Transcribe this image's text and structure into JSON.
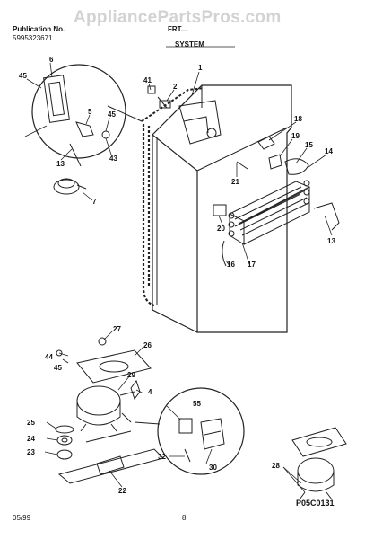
{
  "header": {
    "publication_label": "Publication No.",
    "publication_number": "5995323671",
    "model": "FRT...",
    "section": "SYSTEM"
  },
  "watermark": "AppliancePartsPros.com",
  "callouts": [
    "1",
    "2",
    "41",
    "45",
    "6",
    "5",
    "45",
    "43",
    "13",
    "7",
    "18",
    "19",
    "15",
    "14",
    "21",
    "20",
    "13",
    "16",
    "17",
    "27",
    "26",
    "44",
    "45",
    "29",
    "4",
    "55",
    "25",
    "24",
    "23",
    "32",
    "30",
    "22",
    "28"
  ],
  "footer": {
    "date": "05/99",
    "page": "8",
    "drawing_code": "P05C0131"
  }
}
